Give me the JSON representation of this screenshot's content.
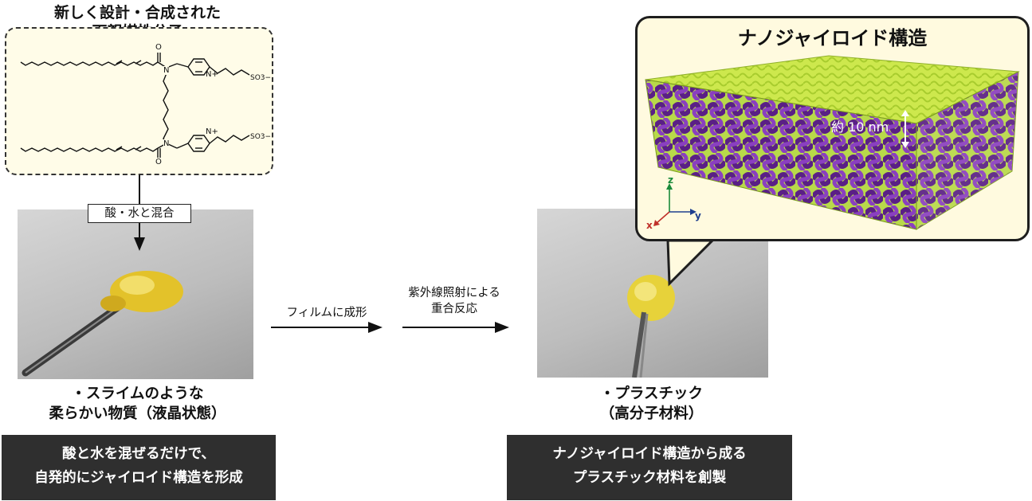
{
  "molecule_section": {
    "title_line1": "新しく設計・合成された",
    "title_line2": "両親媒性分子",
    "labels": {
      "o": "O",
      "n": "N",
      "n_plus": "N+",
      "so3": "SO3−"
    }
  },
  "step_mix": {
    "label": "酸・水と混合"
  },
  "slime": {
    "caption_line1": "・スライムのような",
    "caption_line2": "柔らかい物質（液晶状態）",
    "panel_line1": "酸と水を混ぜるだけで、",
    "panel_line2": "自発的にジャイロイド構造を形成"
  },
  "arrow1": {
    "label": "フィルムに成形"
  },
  "arrow2": {
    "label_line1": "紫外線照射による",
    "label_line2": "重合反応"
  },
  "plastic": {
    "caption_line1": "・プラスチック",
    "caption_line2": "（高分子材料）",
    "panel_line1": "ナノジャイロイド構造から成る",
    "panel_line2": "プラスチック材料を創製"
  },
  "inset": {
    "title": "ナノジャイロイド構造",
    "thickness_label": "約 10 nm",
    "axes": {
      "x": "x",
      "y": "y",
      "z": "z"
    }
  },
  "colors": {
    "film_top": "#c9e84a",
    "gyroid": "#6d2a9b",
    "slime": "#e3c22a",
    "panel": "#2f2f2f",
    "inset_bg": "#fffadf"
  }
}
